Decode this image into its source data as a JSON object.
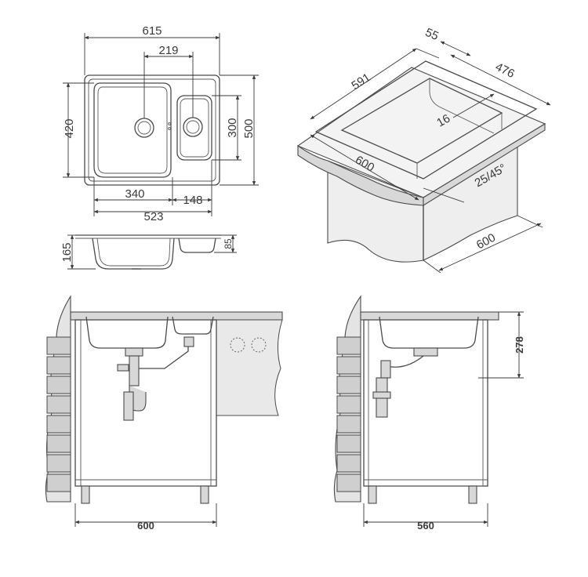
{
  "colors": {
    "line": "#4a4a4a",
    "fill": "#d8d8d8",
    "background": "#ffffff"
  },
  "top_view": {
    "overall_width": "615",
    "bowl_spacing": "219",
    "bowl_depth_large": "420",
    "overall_depth": "500",
    "bowl_depth_small": "300",
    "bowl_width_large": "340",
    "bowl_width_small": "148",
    "inner_width": "523"
  },
  "side_view": {
    "depth_large": "165",
    "depth_small": "85"
  },
  "iso_view": {
    "length": "591",
    "rim": "55",
    "width": "476",
    "radius": "16",
    "cabinet_width": "600",
    "edge": "25/45°",
    "cabinet_depth": "600"
  },
  "front_install": {
    "cabinet_width": "600"
  },
  "side_install": {
    "height": "278",
    "cabinet_depth": "560"
  }
}
